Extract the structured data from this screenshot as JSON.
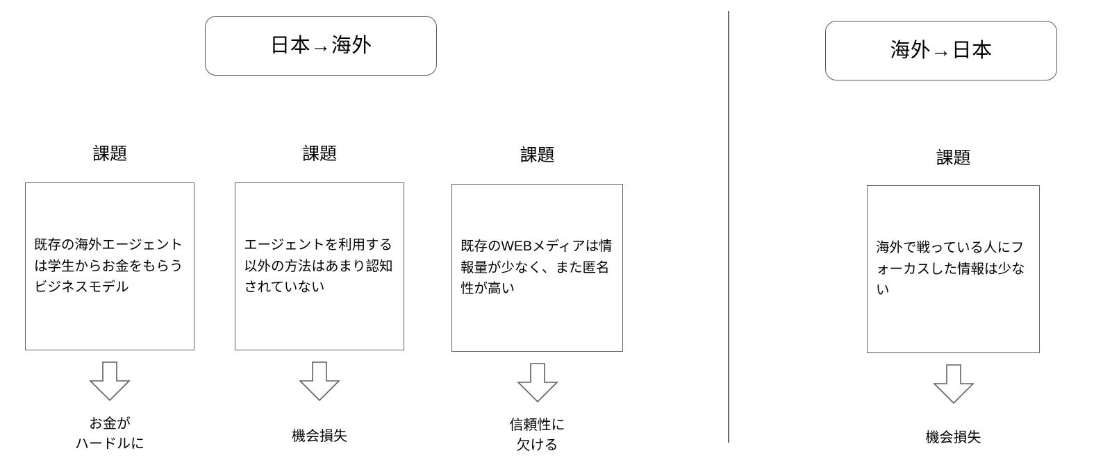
{
  "diagram": {
    "title_left": "日本→海外",
    "title_right": "海外→日本",
    "section_label": "課題"
  },
  "left_section": {
    "header": "日本→海外",
    "columns": [
      {
        "title": "課題",
        "body": "既存の海外エージェントは学生からお金をもらうビジネスモデル",
        "arrow": "down-arrow",
        "outcome": "お金が\nハードルに"
      },
      {
        "title": "課題",
        "body": "エージェントを利用する以外の方法はあまり認知されていない",
        "arrow": "down-arrow",
        "outcome": "機会損失"
      },
      {
        "title": "課題",
        "body": "既存のWEBメディアは情報量が少なく、また匿名性が高い",
        "arrow": "down-arrow",
        "outcome": "信頼性に\n欠ける"
      }
    ]
  },
  "right_section": {
    "header": "海外→日本",
    "columns": [
      {
        "title": "課題",
        "body": "海外で戦っている人にフォーカスした情報は少ない",
        "arrow": "down-arrow",
        "outcome": "機会損失"
      }
    ]
  },
  "colors": {
    "background": "#ffffff",
    "stroke": "#606060",
    "pill_stroke": "#595959",
    "divider": "#6b6b6b",
    "text": "#000000"
  }
}
